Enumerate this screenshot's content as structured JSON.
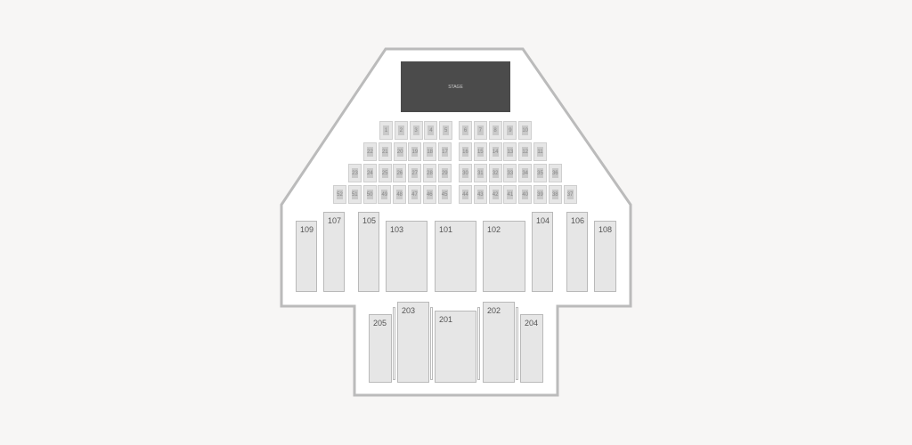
{
  "stage": {
    "label": "STAGE"
  },
  "rows_left": [
    [
      "1",
      "2",
      "3",
      "4",
      "5"
    ],
    [
      "22",
      "21",
      "20",
      "19",
      "18",
      "17"
    ],
    [
      "23",
      "24",
      "25",
      "26",
      "27",
      "28",
      "29"
    ],
    [
      "52",
      "51",
      "50",
      "49",
      "48",
      "47",
      "46",
      "45"
    ]
  ],
  "rows_right": [
    [
      "6",
      "7",
      "8",
      "9",
      "10"
    ],
    [
      "16",
      "15",
      "14",
      "13",
      "12",
      "11"
    ],
    [
      "30",
      "31",
      "32",
      "33",
      "34",
      "35",
      "36"
    ],
    [
      "44",
      "43",
      "42",
      "41",
      "40",
      "39",
      "38",
      "37"
    ]
  ],
  "sections_100": [
    "109",
    "107",
    "105",
    "103",
    "101",
    "102",
    "104",
    "106",
    "108"
  ],
  "sections_200": [
    "205",
    "203",
    "201",
    "202",
    "204"
  ],
  "colors": {
    "background": "#f7f6f5",
    "outline": "#bbbbbb",
    "stage": "#4b4b4b",
    "section": "#e6e6e6"
  }
}
